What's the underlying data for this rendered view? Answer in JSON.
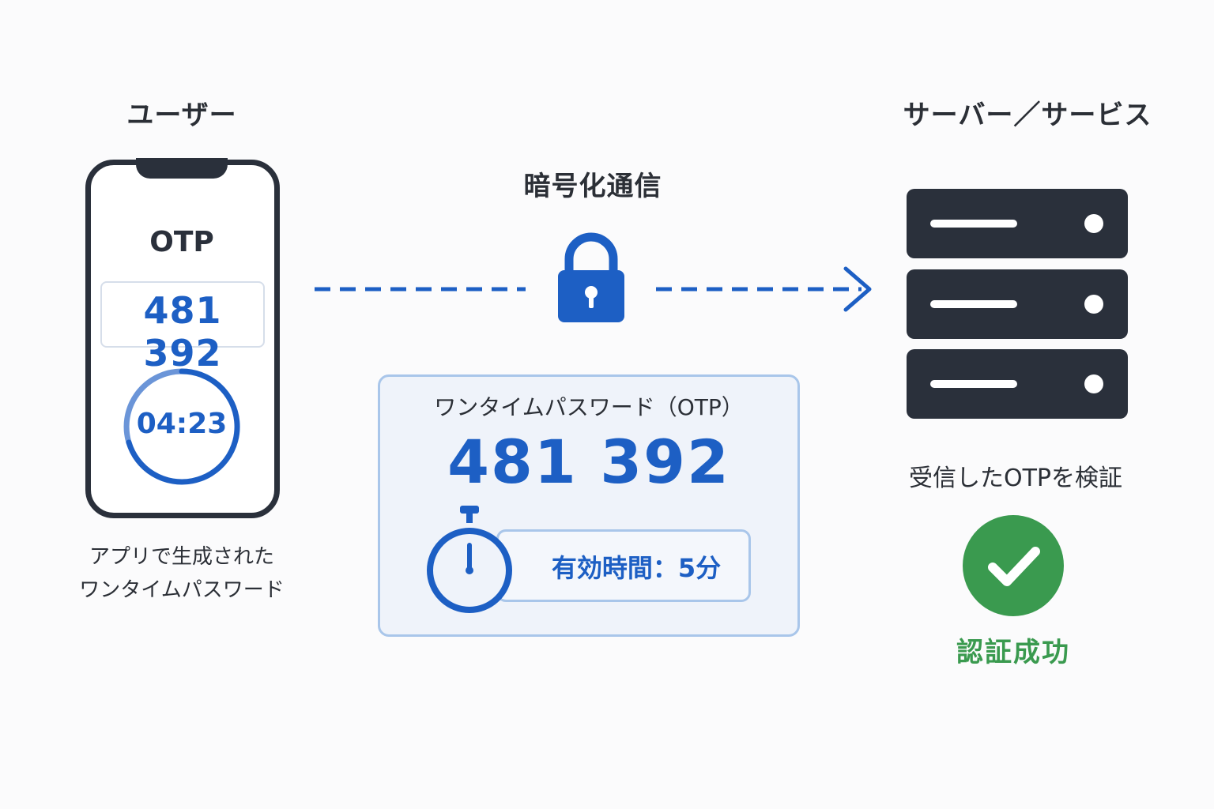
{
  "user": {
    "title": "ユーザー",
    "phone": {
      "otp_label": "OTP",
      "code": "481 392",
      "timer": "04:23",
      "caption_line1": "アプリで生成された",
      "caption_line2": "ワンタイムパスワード"
    }
  },
  "channel": {
    "title": "暗号化通信",
    "icon": "lock-icon"
  },
  "otp_card": {
    "title": "ワンタイムパスワード（OTP）",
    "code": "481 392",
    "validity": "有効時間：5分",
    "icon": "stopwatch-icon"
  },
  "server": {
    "title": "サーバー／サービス",
    "caption": "受信したOTPを検証",
    "result": "認証成功",
    "result_icon": "check-circle-icon"
  },
  "colors": {
    "accent_blue": "#1d5fc4",
    "dark": "#2a303b",
    "success_green": "#3a9a4f",
    "card_border": "#a9c6ea",
    "card_bg": "#eff3fa"
  }
}
